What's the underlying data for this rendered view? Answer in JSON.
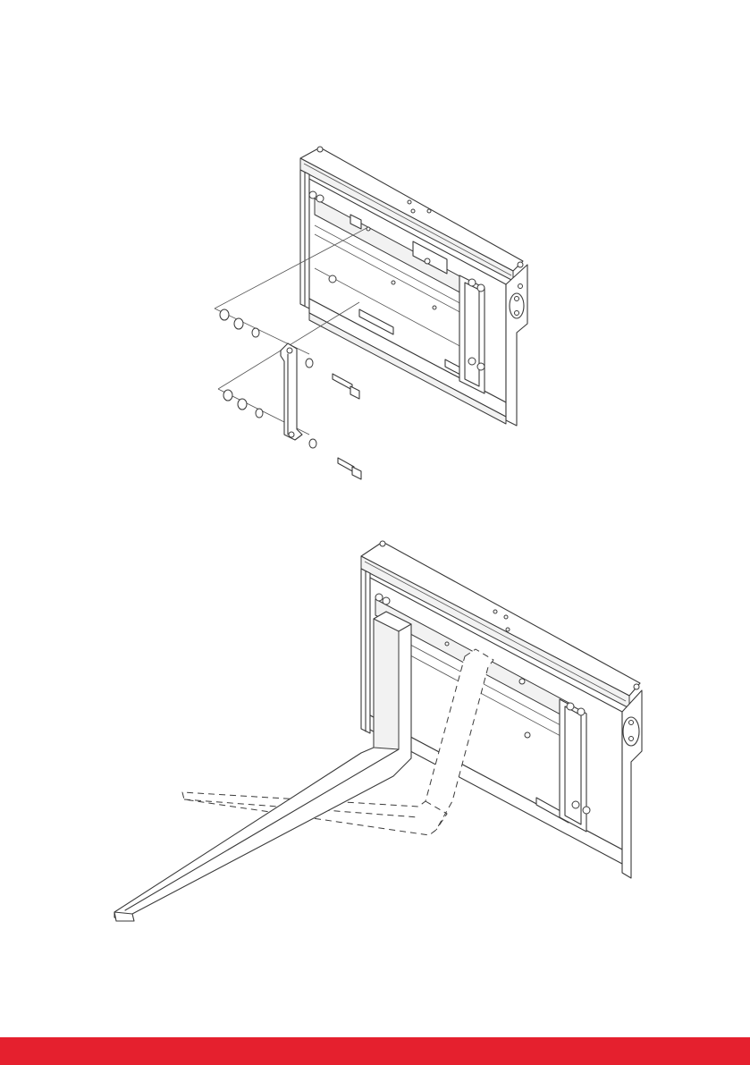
{
  "page": {
    "footer_color": "#e5202e"
  },
  "figures": [
    {
      "id": "exploded-view",
      "icon": "fork-carriage-frame-exploded"
    },
    {
      "id": "assembled-view",
      "icon": "fork-carriage-frame-with-forks"
    }
  ]
}
